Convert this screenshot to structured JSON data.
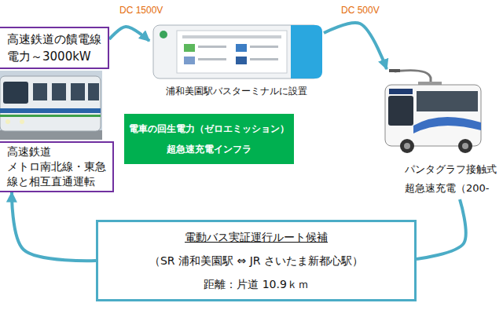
{
  "diagram": {
    "nodes": [
      {
        "text": [
          "高速鉄道の饋電線",
          "電力～3000kW"
        ]
      },
      {
        "text": [
          "浦和美園駅バスターミナルに設置"
        ]
      },
      {
        "text": [
          "パンタグラフ接触式",
          "超急速充電（200-"
        ]
      },
      {
        "text": [
          "電車の回生電力（ゼロエミッション）",
          "超急速充電インフラ"
        ]
      },
      {
        "text": [
          "高速鉄道",
          "メトロ南北線・東急",
          "線と相互直通運転"
        ]
      },
      {
        "text": [
          "電動バス実証運行ルート候補",
          "（SR 浦和美園駅 ⇔ JR さいたま新都心駅）",
          "距離：片道 10.9ｋｍ"
        ]
      }
    ],
    "edges": [
      {
        "from": 0,
        "to": 1,
        "label": "DC 1500V",
        "arrow": "to"
      },
      {
        "from": 1,
        "to": 2,
        "label": "DC 500V",
        "arrow": "to"
      },
      {
        "from": 2,
        "to": 5,
        "arrow": "none"
      },
      {
        "from": 5,
        "to": 4,
        "arrow": "to"
      }
    ]
  }
}
